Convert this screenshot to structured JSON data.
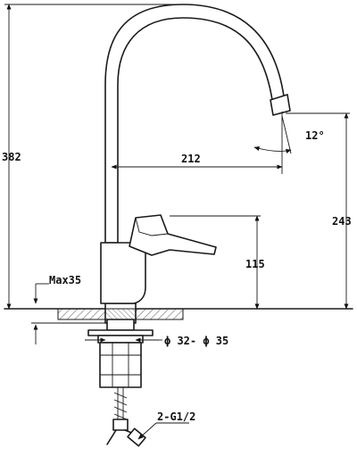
{
  "drawing": {
    "dimensions": {
      "total_height": "382",
      "spout_reach": "212",
      "spout_height": "243",
      "handle_height": "115",
      "spout_angle": "12°",
      "counter_thickness": "Max35",
      "hole_diameter": "ϕ 32- ϕ 35",
      "connection": "2-G1/2"
    }
  }
}
